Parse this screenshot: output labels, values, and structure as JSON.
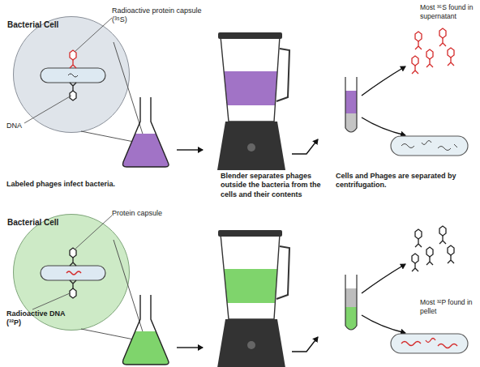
{
  "diagram": {
    "nodes": [
      {
        "text": [
          "Bacterial Cell"
        ]
      },
      {
        "text": [
          "Bacterial Cell"
        ]
      }
    ],
    "labels": [
      "Radioactive protein capsule (³⁵S)",
      "DNA",
      "Most ³⁵S found in supernatant",
      "Labeled phages infect bacteria.",
      "Blender separates phages outside the bacteria from the cells and their contents",
      "Cells and Phages are separated by centrifugation.",
      "Protein capsule",
      "Radioactive DNA (³²P)",
      "Most ³²P found in pellet"
    ]
  }
}
